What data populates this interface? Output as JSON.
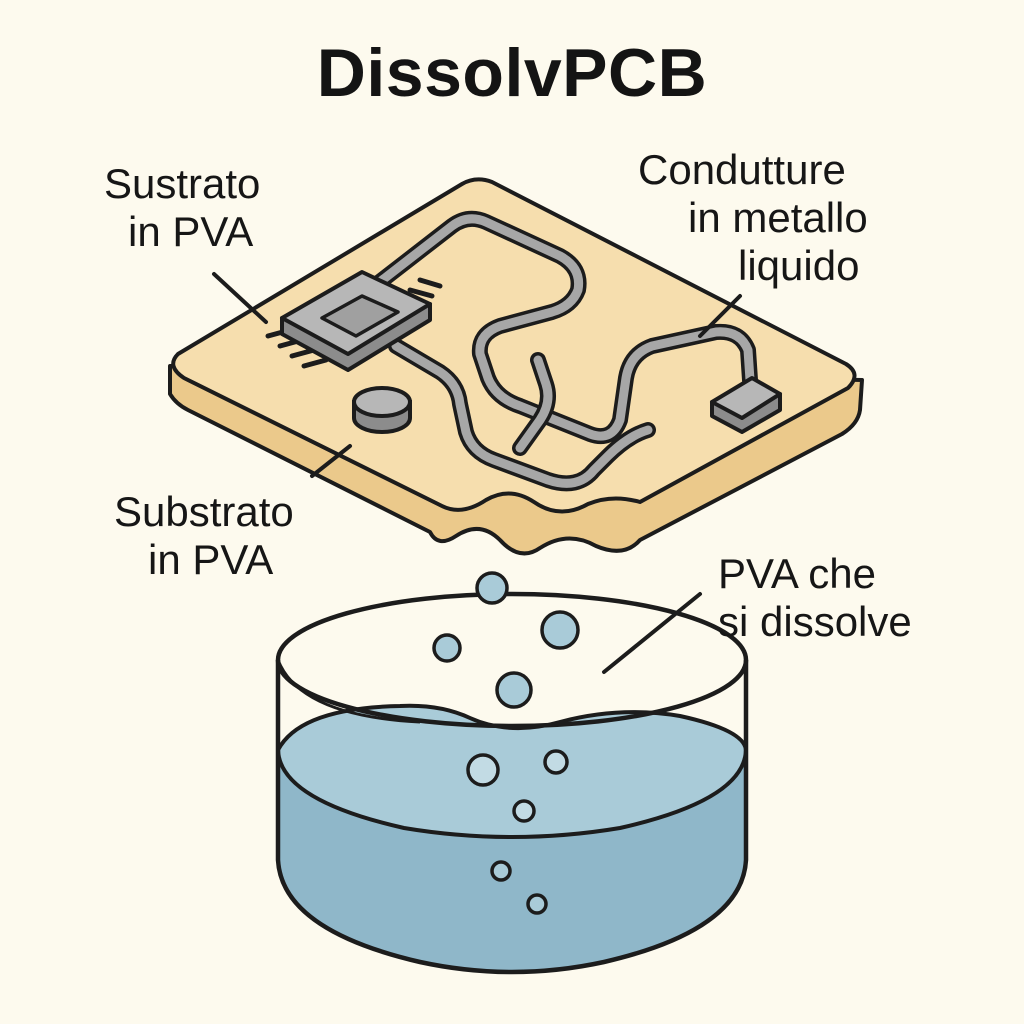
{
  "title": "DissolvPCB",
  "labels": {
    "sustrato": [
      "Sustrato",
      "in PVA"
    ],
    "condutture": [
      "Condutture",
      "in metallo",
      "liquido"
    ],
    "substrato": [
      "Substrato",
      "in PVA"
    ],
    "dissolve": [
      "PVA che",
      "si dissolve"
    ]
  },
  "colors": {
    "background": "#fdfaee",
    "pcb_top": "#f6deae",
    "pcb_side": "#ebc98b",
    "trace": "#a7a7a7",
    "chip": "#b7b7b7",
    "water_top": "#a9cbd8",
    "water_side": "#8fb7c9",
    "outline": "#1c1c1c"
  },
  "icons": [
    "chip-icon",
    "capacitor-icon",
    "connector-icon",
    "bubble-icon"
  ]
}
